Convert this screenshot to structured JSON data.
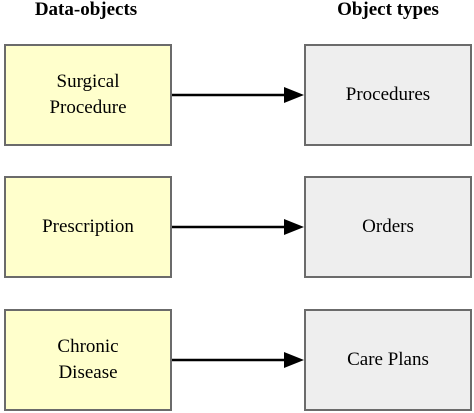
{
  "headers": {
    "data_objects": "Data-objects",
    "object_types": "Object types"
  },
  "rows": [
    {
      "data_object": "Surgical\nProcedure",
      "object_type": "Procedures"
    },
    {
      "data_object": "Prescription",
      "object_type": "Orders"
    },
    {
      "data_object": "Chronic\nDisease",
      "object_type": "Care Plans"
    }
  ],
  "colors": {
    "data_object_fill": "#ffffcc",
    "object_type_fill": "#eeeeee",
    "border": "#6b6b6b",
    "arrow": "#000000"
  }
}
